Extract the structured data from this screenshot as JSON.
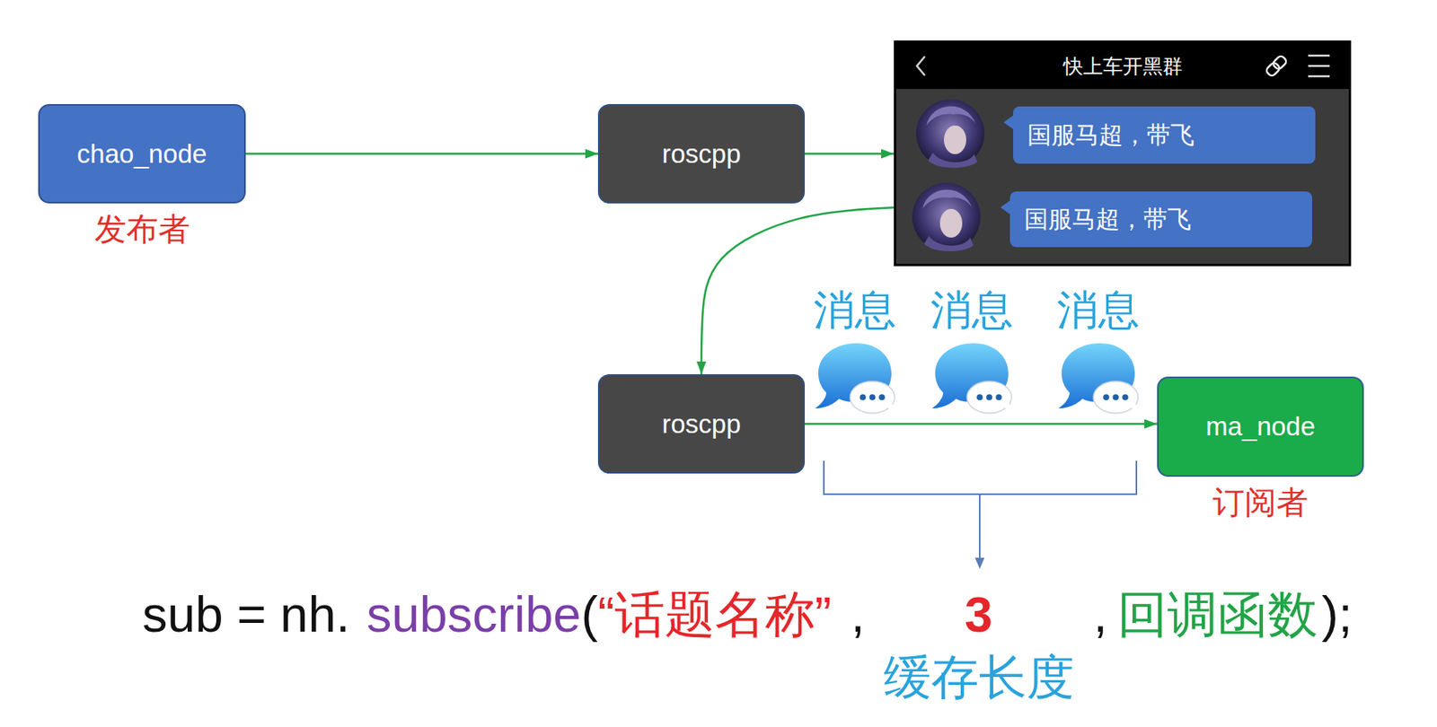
{
  "diagram": {
    "nodes": [
      {
        "text": [
          "chao_node",
          "发布者"
        ]
      },
      {
        "text": [
          "roscpp"
        ]
      },
      {
        "text": [
          "快上车开黑群"
        ]
      },
      {
        "text": [
          "国服马超，带飞"
        ],
        "in": 2
      },
      {
        "text": [
          "国服马超，带飞"
        ],
        "in": 2
      },
      {
        "text": [
          "roscpp"
        ]
      },
      {
        "text": [
          "ma_node",
          "订阅者"
        ]
      }
    ],
    "edges": [
      {
        "from": 0,
        "to": 1,
        "arrow": "to"
      },
      {
        "from": 1,
        "to": 2,
        "arrow": "to"
      },
      {
        "from": 2,
        "to": 5,
        "arrow": "to"
      },
      {
        "from": 5,
        "to": 6,
        "arrow": "to"
      }
    ],
    "labels": [
      "消息",
      "消息",
      "消息",
      "sub = nh.",
      "subscribe",
      "(",
      "“话题名称”",
      ",",
      "3",
      ",",
      "回调函数",
      ");",
      "缓存长度"
    ]
  }
}
